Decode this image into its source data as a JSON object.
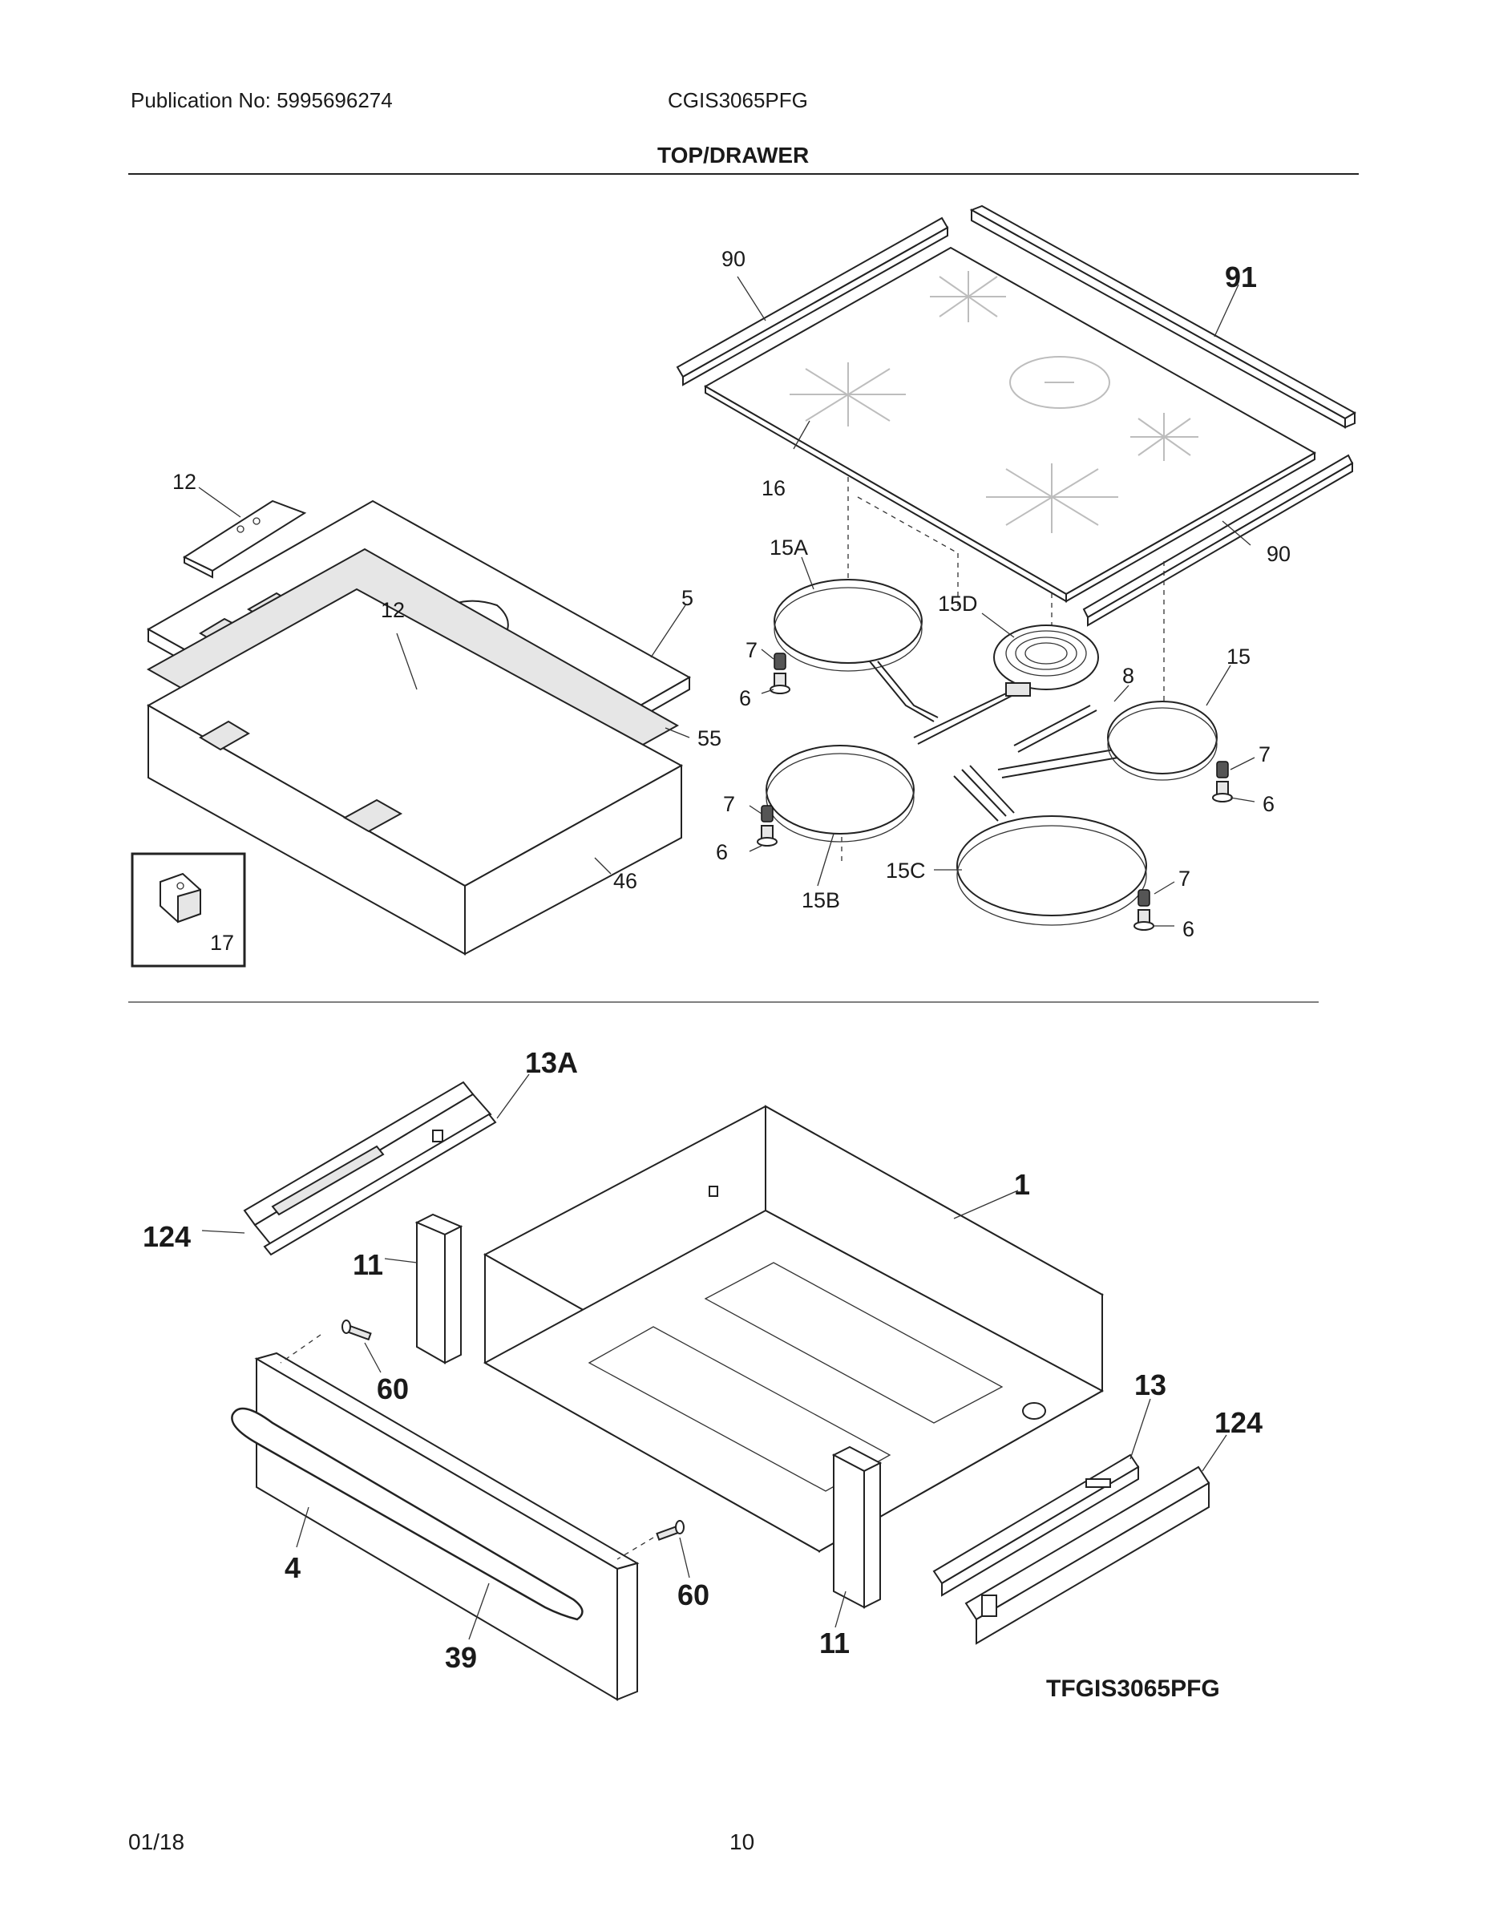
{
  "header": {
    "publication": "Publication No: 5995696274",
    "model": "CGIS3065PFG",
    "section_title": "TOP/DRAWER"
  },
  "top_diagram": {
    "callouts": {
      "c90a": "90",
      "c91": "91",
      "c16": "16",
      "c90b": "90",
      "c12a": "12",
      "c12b": "12",
      "c5": "5",
      "c55": "55",
      "c46": "46",
      "c17": "17",
      "c15a": "15A",
      "c15d": "15D",
      "c15": "15",
      "c8": "8",
      "c7a": "7",
      "c6a": "6",
      "c7b": "7",
      "c6b": "6",
      "c15b": "15B",
      "c15c": "15C",
      "c7c": "7",
      "c6c": "6",
      "c7d": "7",
      "c6d": "6"
    }
  },
  "drawer_diagram": {
    "callouts": {
      "c13a": "13A",
      "c124a": "124",
      "c1": "1",
      "c11a": "11",
      "c60a": "60",
      "c13": "13",
      "c124b": "124",
      "c4": "4",
      "c60b": "60",
      "c39": "39",
      "c11b": "11"
    },
    "diagram_code": "TFGIS3065PFG"
  },
  "footer": {
    "date": "01/18",
    "page": "10"
  }
}
